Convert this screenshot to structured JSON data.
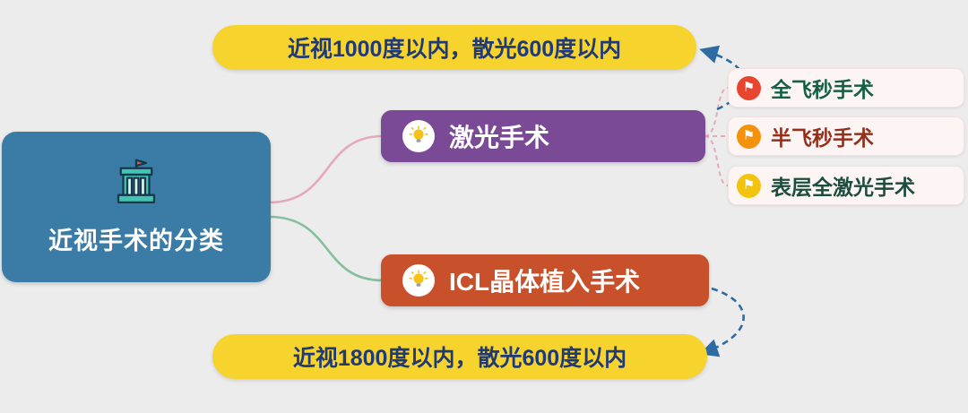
{
  "canvas": {
    "background": "#ececec"
  },
  "root": {
    "label": "近视手术的分类",
    "color": "#3a7ca5",
    "icon": "building-icon"
  },
  "branches": {
    "laser": {
      "label": "激光手术",
      "color": "#7a4a96",
      "icon": "lightbulb-icon"
    },
    "icl": {
      "label": "ICL晶体植入手术",
      "color": "#c8502b",
      "icon": "lightbulb-icon"
    }
  },
  "notes": {
    "top": {
      "label": "近视1000度以内，散光600度以内",
      "bg": "#f6d32d",
      "text_color": "#1f3a77"
    },
    "bottom": {
      "label": "近视1800度以内，散光600度以内",
      "bg": "#f6d32d",
      "text_color": "#1f3a77"
    }
  },
  "leaves": [
    {
      "label": "全飞秒手术",
      "flag_color": "#e8452f",
      "text_color": "#156043",
      "icon": "flag-icon"
    },
    {
      "label": "半飞秒手术",
      "flag_color": "#f5920b",
      "text_color": "#93301c",
      "icon": "flag-icon"
    },
    {
      "label": "表层全激光手术",
      "flag_color": "#f2c40f",
      "text_color": "#1b4d3e",
      "icon": "flag-icon"
    }
  ],
  "connectors": {
    "laser_link_color": "#e5a9bb",
    "icl_link_color": "#84bf9e",
    "leaf_link_color": "#e5a9bb",
    "arrow_color": "#2d6ca2"
  }
}
